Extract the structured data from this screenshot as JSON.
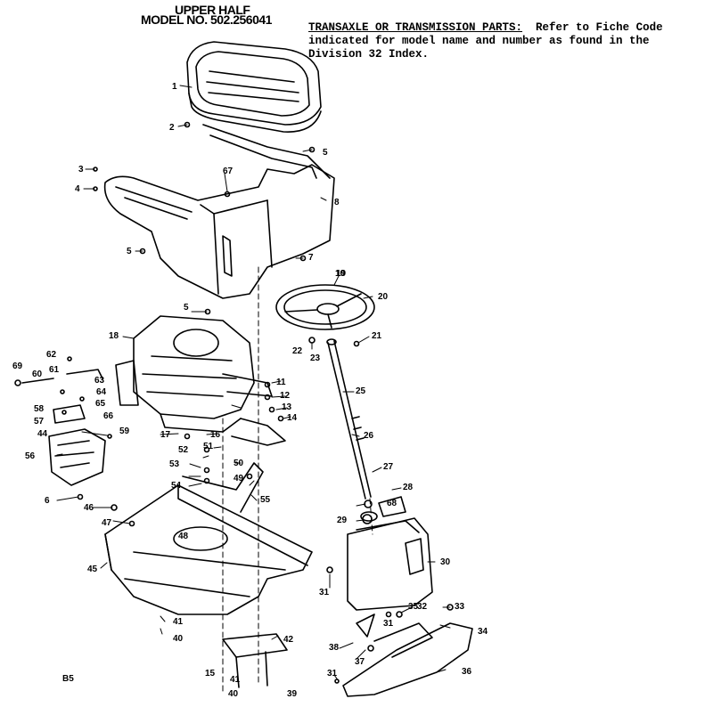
{
  "header": {
    "title": "UPPER HALF",
    "model": "MODEL NO. 502.256041"
  },
  "note": {
    "lead": "TRANSAXLE OR TRANSMISSION PARTS:",
    "line1_rest": "  Refer to Fiche Code",
    "line2": "indicated for model name and number as found in the",
    "line3": "Division 32 Index."
  },
  "page_number": "B5",
  "callouts": {
    "c1": "1",
    "c2": "2",
    "c3": "3",
    "c4": "4",
    "c5a": "5",
    "c5b": "5",
    "c5c": "5",
    "c6": "6",
    "c7": "7",
    "c8": "8",
    "c10": "10",
    "c11": "11",
    "c12": "12",
    "c13": "13",
    "c14": "14",
    "c15": "15",
    "c16": "16",
    "c17": "17",
    "c18": "18",
    "c19": "19",
    "c20": "20",
    "c21": "21",
    "c22": "22",
    "c23": "23",
    "c25": "25",
    "c26": "26",
    "c27": "27",
    "c28": "28",
    "c29": "29",
    "c30": "30",
    "c31a": "31",
    "c31b": "31",
    "c31c": "31",
    "c32": "32",
    "c33": "33",
    "c34": "34",
    "c35": "35",
    "c36": "36",
    "c37": "37",
    "c38": "38",
    "c39": "39",
    "c40a": "40",
    "c40b": "40",
    "c41a": "41",
    "c41b": "41",
    "c42": "42",
    "c44": "44",
    "c45": "45",
    "c46": "46",
    "c47": "47",
    "c48": "48",
    "c49": "49",
    "c50": "50",
    "c51": "51",
    "c52": "52",
    "c53": "53",
    "c54": "54",
    "c55": "55",
    "c56": "56",
    "c57": "57",
    "c58": "58",
    "c59": "59",
    "c60": "60",
    "c61": "61",
    "c62": "62",
    "c63": "63",
    "c64": "64",
    "c65": "65",
    "c66": "66",
    "c67": "67",
    "c68": "68",
    "c69": "69"
  }
}
